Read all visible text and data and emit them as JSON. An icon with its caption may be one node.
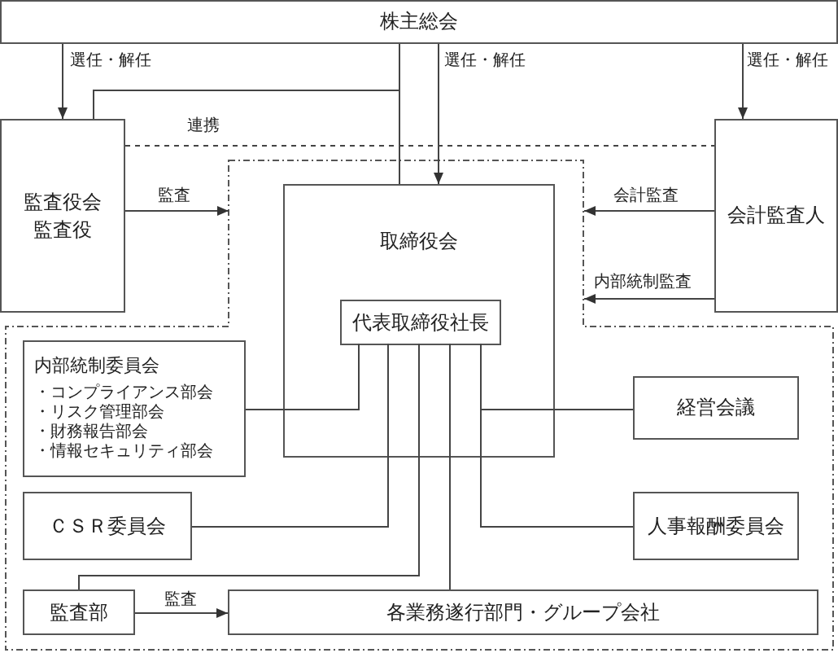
{
  "diagram": {
    "nodes": [
      {
        "text": [
          "株主総会"
        ]
      },
      {
        "text": [
          "監査役会監査役"
        ]
      },
      {
        "text": [
          "会計監査人"
        ]
      },
      {
        "text": [],
        "shape": "box"
      },
      {
        "text": [
          "取締役会"
        ],
        "in": 3
      },
      {
        "text": [
          "代表取締役社長"
        ],
        "in": 4
      },
      {
        "text": [
          "内部統制委員会",
          "・コンプライアンス部会",
          "・リスク管理部会",
          "・財務報告部会",
          "・情報セキュリティ部会"
        ],
        "in": 3
      },
      {
        "text": [
          "経営会議"
        ],
        "in": 3
      },
      {
        "text": [
          "ＣＳＲ委員会"
        ],
        "in": 3
      },
      {
        "text": [
          "人事報酬委員会"
        ],
        "in": 3
      },
      {
        "text": [
          "監査部"
        ],
        "in": 3
      },
      {
        "text": [
          "各業務遂行部門・グループ会社"
        ],
        "in": 3
      }
    ],
    "edges": [
      {
        "from": 0,
        "to": 1,
        "arrow": "to",
        "label": "選任・解任"
      },
      {
        "from": 0,
        "to": 4,
        "arrow": "to",
        "label": "選任・解任"
      },
      {
        "from": 0,
        "to": 2,
        "arrow": "to",
        "label": "選任・解任"
      },
      {
        "from": 0,
        "to": 4,
        "arrow": "none"
      },
      {
        "from": 1,
        "to": 4,
        "arrow": "none"
      },
      {
        "from": 1,
        "to": 2,
        "arrow": "none",
        "style": "dashed",
        "label": "連携"
      },
      {
        "from": 1,
        "to": 3,
        "arrow": "to",
        "label": "監査"
      },
      {
        "from": 2,
        "to": 3,
        "arrow": "to",
        "label": "会計監査"
      },
      {
        "from": 2,
        "to": 3,
        "arrow": "to",
        "label": "内部統制監査"
      },
      {
        "from": 5,
        "to": 6,
        "arrow": "none"
      },
      {
        "from": 5,
        "to": 8,
        "arrow": "none"
      },
      {
        "from": 5,
        "to": 10,
        "arrow": "none"
      },
      {
        "from": 5,
        "to": 11,
        "arrow": "none"
      },
      {
        "from": 5,
        "to": 7,
        "arrow": "none"
      },
      {
        "from": 5,
        "to": 9,
        "arrow": "none"
      },
      {
        "from": 10,
        "to": 11,
        "arrow": "to",
        "label": "監査"
      }
    ]
  }
}
